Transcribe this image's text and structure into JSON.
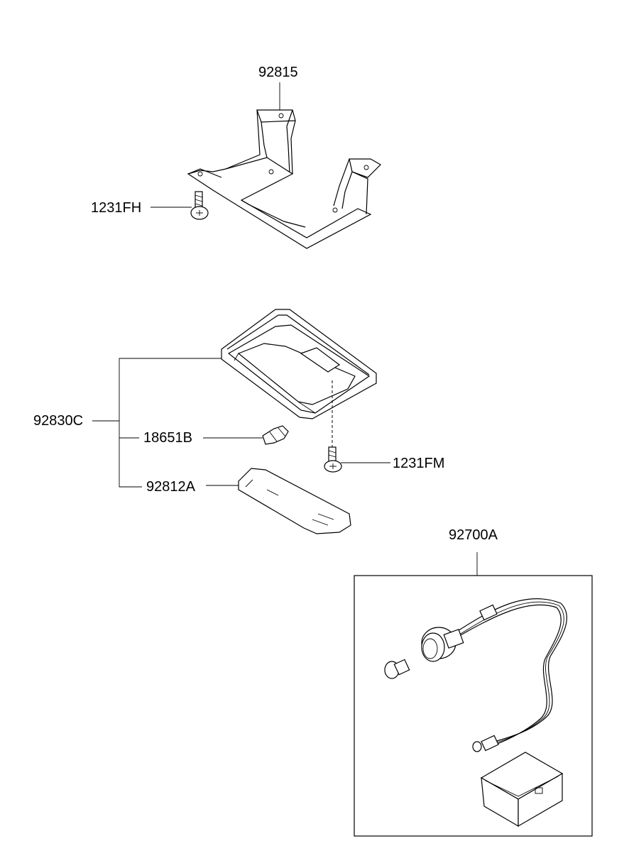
{
  "parts": {
    "bracket": "92815",
    "screw_bracket": "1231FH",
    "lamp_assembly": "92830C",
    "bulb_festoon": "18651B",
    "lens": "92812A",
    "screw_lamp": "1231FM",
    "wiring_kit": "92700A"
  }
}
